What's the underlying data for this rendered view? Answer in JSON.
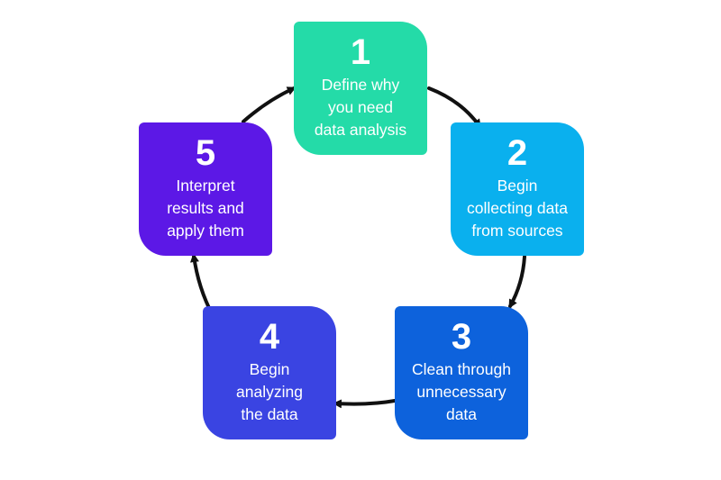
{
  "diagram": {
    "steps": [
      {
        "number": "1",
        "lines": [
          "Define why",
          "you need",
          "data analysis"
        ],
        "color": "#24dba8"
      },
      {
        "number": "2",
        "lines": [
          "Begin",
          "collecting data",
          "from sources"
        ],
        "color": "#0ab0ee"
      },
      {
        "number": "3",
        "lines": [
          "Clean through",
          "unnecessary",
          "data"
        ],
        "color": "#0d62dc"
      },
      {
        "number": "4",
        "lines": [
          "Begin",
          "analyzing",
          "the data"
        ],
        "color": "#3a44e2"
      },
      {
        "number": "5",
        "lines": [
          "Interpret",
          "results and",
          "apply them"
        ],
        "color": "#5c18e6"
      }
    ],
    "arrow_color": "#111111",
    "flow": "1 → 2 → 3 → 4 → 5 → 1 (cycle)"
  }
}
